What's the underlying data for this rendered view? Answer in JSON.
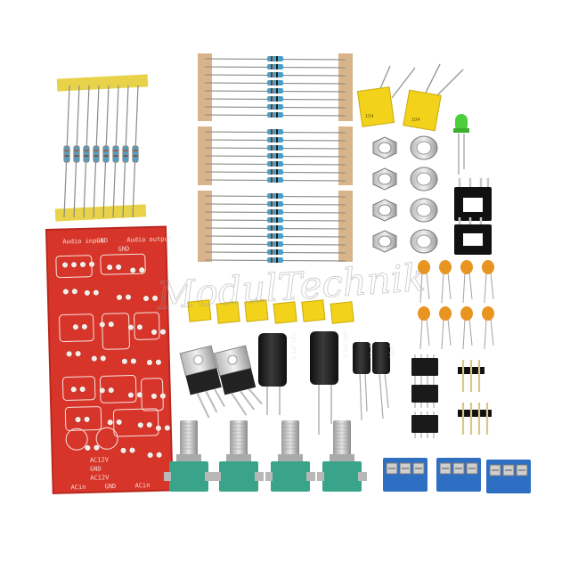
{
  "scene": {
    "description_kind": "product photo of electronic kit components",
    "background": "#ffffff"
  },
  "watermark": {
    "text": "ModulTechnik"
  },
  "pcb": {
    "color": "#d8352a",
    "top_labels": [
      "Audio input",
      "GND",
      "GND",
      "Audio output"
    ],
    "side_labels": [
      "AC12V",
      "GND",
      "AC12V"
    ],
    "bottom_labels": [
      "ACin",
      "GND",
      "ACin"
    ]
  },
  "electrolytic_caps": {
    "large_label": "3.3uF 10V",
    "small_label": "10uF"
  },
  "film_caps": {
    "label": "104"
  },
  "colors": {
    "pcb": "#d8352a",
    "resistor_body": "#4aa0c8",
    "resistor_tape": "#d9b48a",
    "film_cap": "#f2d21a",
    "ceramic_cap": "#e89420",
    "terminal_block": "#2e6fc4",
    "pot_base": "#3aa48a",
    "cap_body": "#1e1e1e",
    "led": "#4ccf3a"
  }
}
